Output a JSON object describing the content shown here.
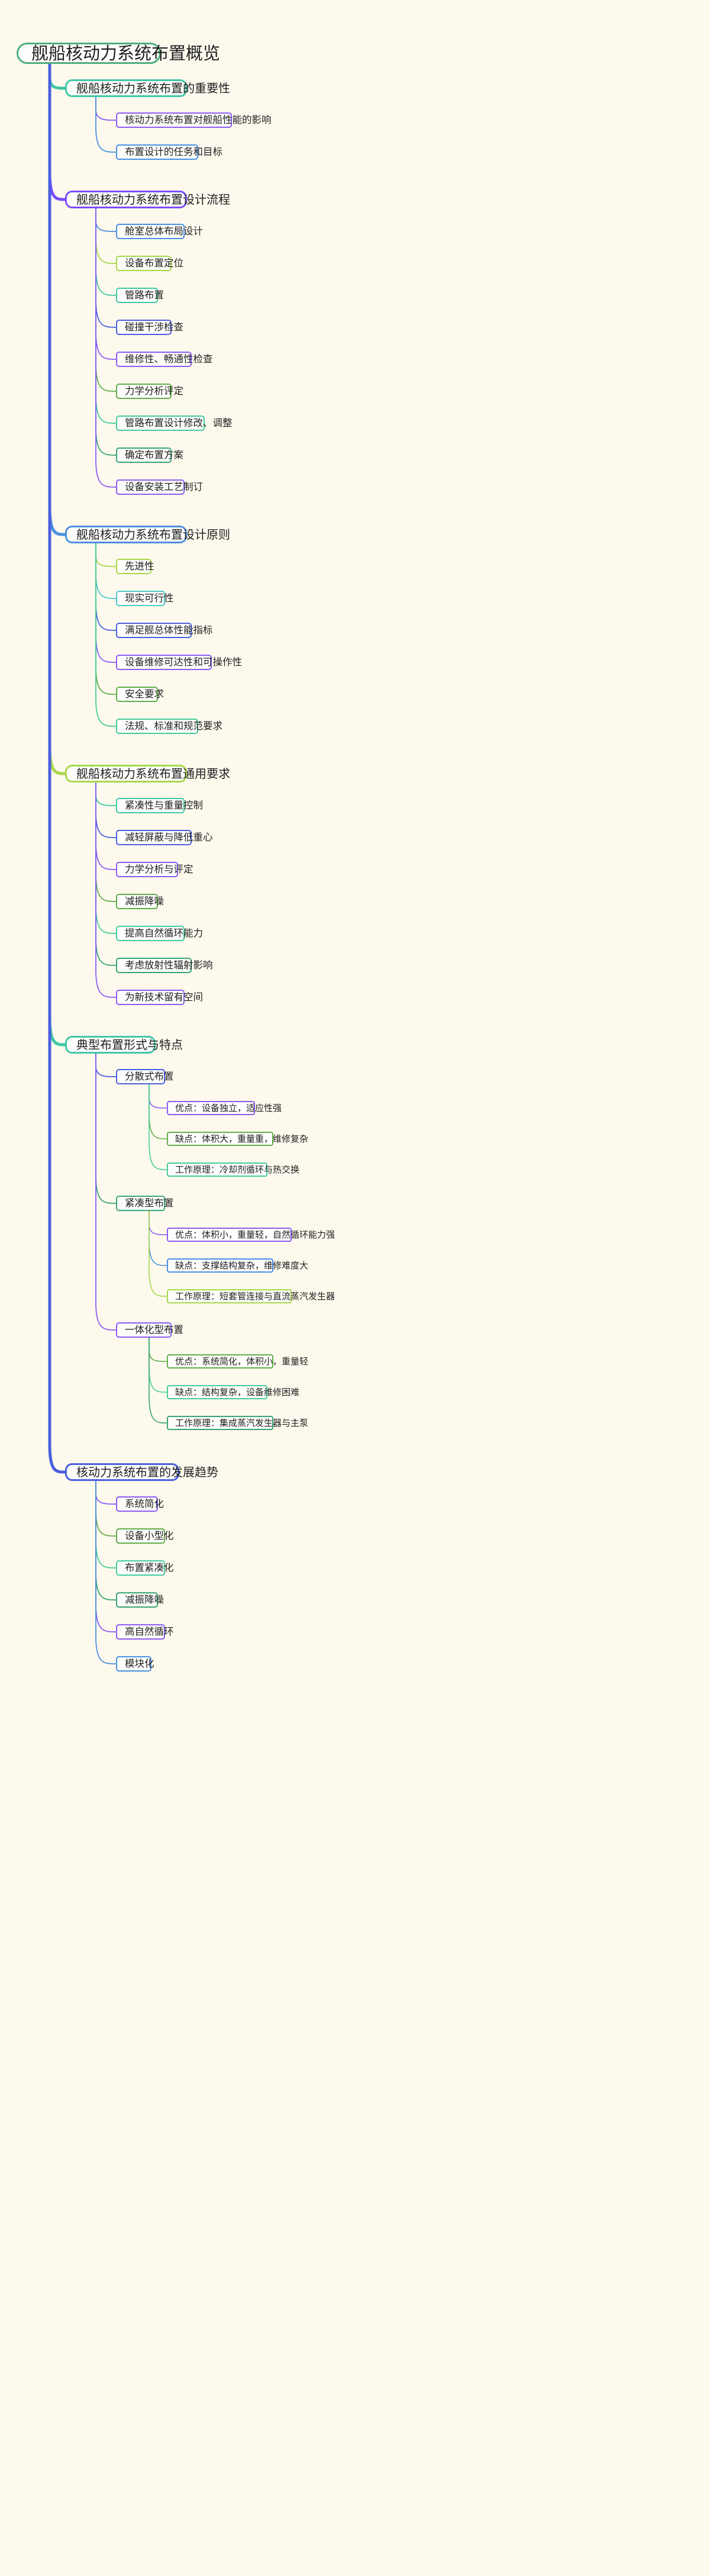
{
  "background_color": "#fdf9ed",
  "node_fill": "#fdfdfb",
  "palette": {
    "green": "#4caf7d",
    "teal": "#3fc7a6",
    "mint": "#44cc9d",
    "cyan": "#4ec9c9",
    "blue": "#4a90e2",
    "indigo": "#4a62d8",
    "royal": "#4a5fe0",
    "purple": "#8b5cf6",
    "violet": "#7c4dff",
    "lime": "#a8d84a",
    "grass": "#62ad4a",
    "seagreen": "#37a672"
  },
  "root": {
    "label": "舰船核动力系统布置概览",
    "color": "#4caf7d"
  },
  "branches": [
    {
      "label": "舰船核动力系统布置的重要性",
      "color": "#3fc7a6",
      "children": [
        {
          "label": "核动力系统布置对舰船性能的影响",
          "color": "#8b5cf6"
        },
        {
          "label": "布置设计的任务和目标",
          "color": "#4a90e2"
        }
      ]
    },
    {
      "label": "舰船核动力系统布置设计流程",
      "color": "#7c4dff",
      "children": [
        {
          "label": "舱室总体布局设计",
          "color": "#4a90e2"
        },
        {
          "label": "设备布置定位",
          "color": "#a8d84a"
        },
        {
          "label": "管路布置",
          "color": "#3fc7a6"
        },
        {
          "label": "碰撞干涉检查",
          "color": "#4a5fe0"
        },
        {
          "label": "维修性、畅通性检查",
          "color": "#8b5cf6"
        },
        {
          "label": "力学分析评定",
          "color": "#62ad4a"
        },
        {
          "label": "管路布置设计修改、调整",
          "color": "#44cc9d"
        },
        {
          "label": "确定布置方案",
          "color": "#37a672"
        },
        {
          "label": "设备安装工艺制订",
          "color": "#8b5cf6"
        }
      ]
    },
    {
      "label": "舰船核动力系统布置设计原则",
      "color": "#4a90e2",
      "children": [
        {
          "label": "先进性",
          "color": "#a8d84a"
        },
        {
          "label": "现实可行性",
          "color": "#4ec9c9"
        },
        {
          "label": "满足舰总体性能指标",
          "color": "#4a5fe0"
        },
        {
          "label": "设备维修可达性和可操作性",
          "color": "#8b5cf6"
        },
        {
          "label": "安全要求",
          "color": "#62ad4a"
        },
        {
          "label": "法规、标准和规范要求",
          "color": "#44cc9d"
        }
      ]
    },
    {
      "label": "舰船核动力系统布置通用要求",
      "color": "#a8d84a",
      "children": [
        {
          "label": "紧凑性与重量控制",
          "color": "#3fc7a6"
        },
        {
          "label": "减轻屏蔽与降低重心",
          "color": "#4a5fe0"
        },
        {
          "label": "力学分析与评定",
          "color": "#8b5cf6"
        },
        {
          "label": "减振降噪",
          "color": "#62ad4a"
        },
        {
          "label": "提高自然循环能力",
          "color": "#44cc9d"
        },
        {
          "label": "考虑放射性辐射影响",
          "color": "#37a672"
        },
        {
          "label": "为新技术留有空间",
          "color": "#8b5cf6"
        }
      ]
    },
    {
      "label": "典型布置形式与特点",
      "color": "#3fc7a6",
      "children": [
        {
          "label": "分散式布置",
          "color": "#4a5fe0",
          "children": [
            {
              "label": "优点：设备独立，适应性强",
              "color": "#8b5cf6"
            },
            {
              "label": "缺点：体积大，重量重，维修复杂",
              "color": "#62ad4a"
            },
            {
              "label": "工作原理：冷却剂循环与热交换",
              "color": "#44cc9d"
            }
          ]
        },
        {
          "label": "紧凑型布置",
          "color": "#37a672",
          "children": [
            {
              "label": "优点：体积小，重量轻，自然循环能力强",
              "color": "#8b5cf6"
            },
            {
              "label": "缺点：支撑结构复杂，维修难度大",
              "color": "#4a90e2"
            },
            {
              "label": "工作原理：短套管连接与直流蒸汽发生器",
              "color": "#a8d84a"
            }
          ]
        },
        {
          "label": "一体化型布置",
          "color": "#8b5cf6",
          "children": [
            {
              "label": "优点：系统简化，体积小，重量轻",
              "color": "#62ad4a"
            },
            {
              "label": "缺点：结构复杂，设备维修困难",
              "color": "#44cc9d"
            },
            {
              "label": "工作原理：集成蒸汽发生器与主泵",
              "color": "#37a672"
            }
          ]
        }
      ]
    },
    {
      "label": "核动力系统布置的发展趋势",
      "color": "#4a5fe0",
      "children": [
        {
          "label": "系统简化",
          "color": "#8b5cf6"
        },
        {
          "label": "设备小型化",
          "color": "#62ad4a"
        },
        {
          "label": "布置紧凑化",
          "color": "#44cc9d"
        },
        {
          "label": "减振降噪",
          "color": "#37a672"
        },
        {
          "label": "高自然循环",
          "color": "#8b5cf6"
        },
        {
          "label": "模块化",
          "color": "#4a90e2"
        }
      ]
    }
  ]
}
